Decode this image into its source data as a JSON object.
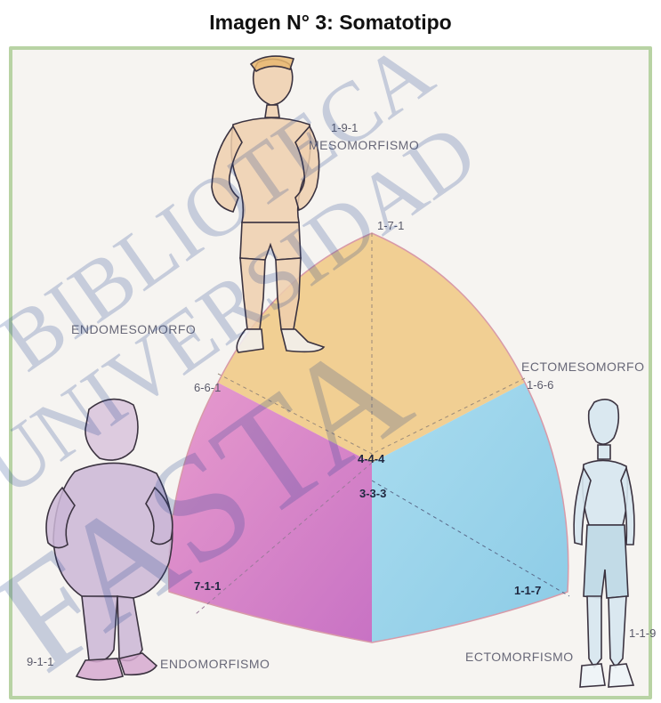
{
  "caption": "Imagen N° 3: Somatotipo",
  "diagram": {
    "top_code": "1-9-1",
    "top_label": "MESOMORFISMO",
    "apex_code": "1-7-1",
    "upper_left_label": "ENDOMESOMORFO",
    "upper_left_code": "6-6-1",
    "upper_right_label": "ECTOMESOMORFO",
    "upper_right_code": "1-6-6",
    "center_code_upper": "4-4-4",
    "center_code_lower": "3-3-3",
    "left_inner_code": "7-1-1",
    "right_inner_code": "1-1-7",
    "bottom_left_code": "9-1-1",
    "bottom_left_label": "ENDOMORFISMO",
    "bottom_right_label": "ECTOMORFISMO",
    "right_edge_code": "1-1-9"
  },
  "watermark": {
    "line1": "BIBLIOTECA",
    "line2": "UNIVERSIDAD",
    "line3": "FASTA"
  },
  "colors": {
    "mesomorph_region": "#f1cf93",
    "endomorph_region": "#d98ac9",
    "ectomorph_region": "#9fd3ea",
    "frame": "#b8d3a4",
    "watermark": "#1b3f8f"
  }
}
